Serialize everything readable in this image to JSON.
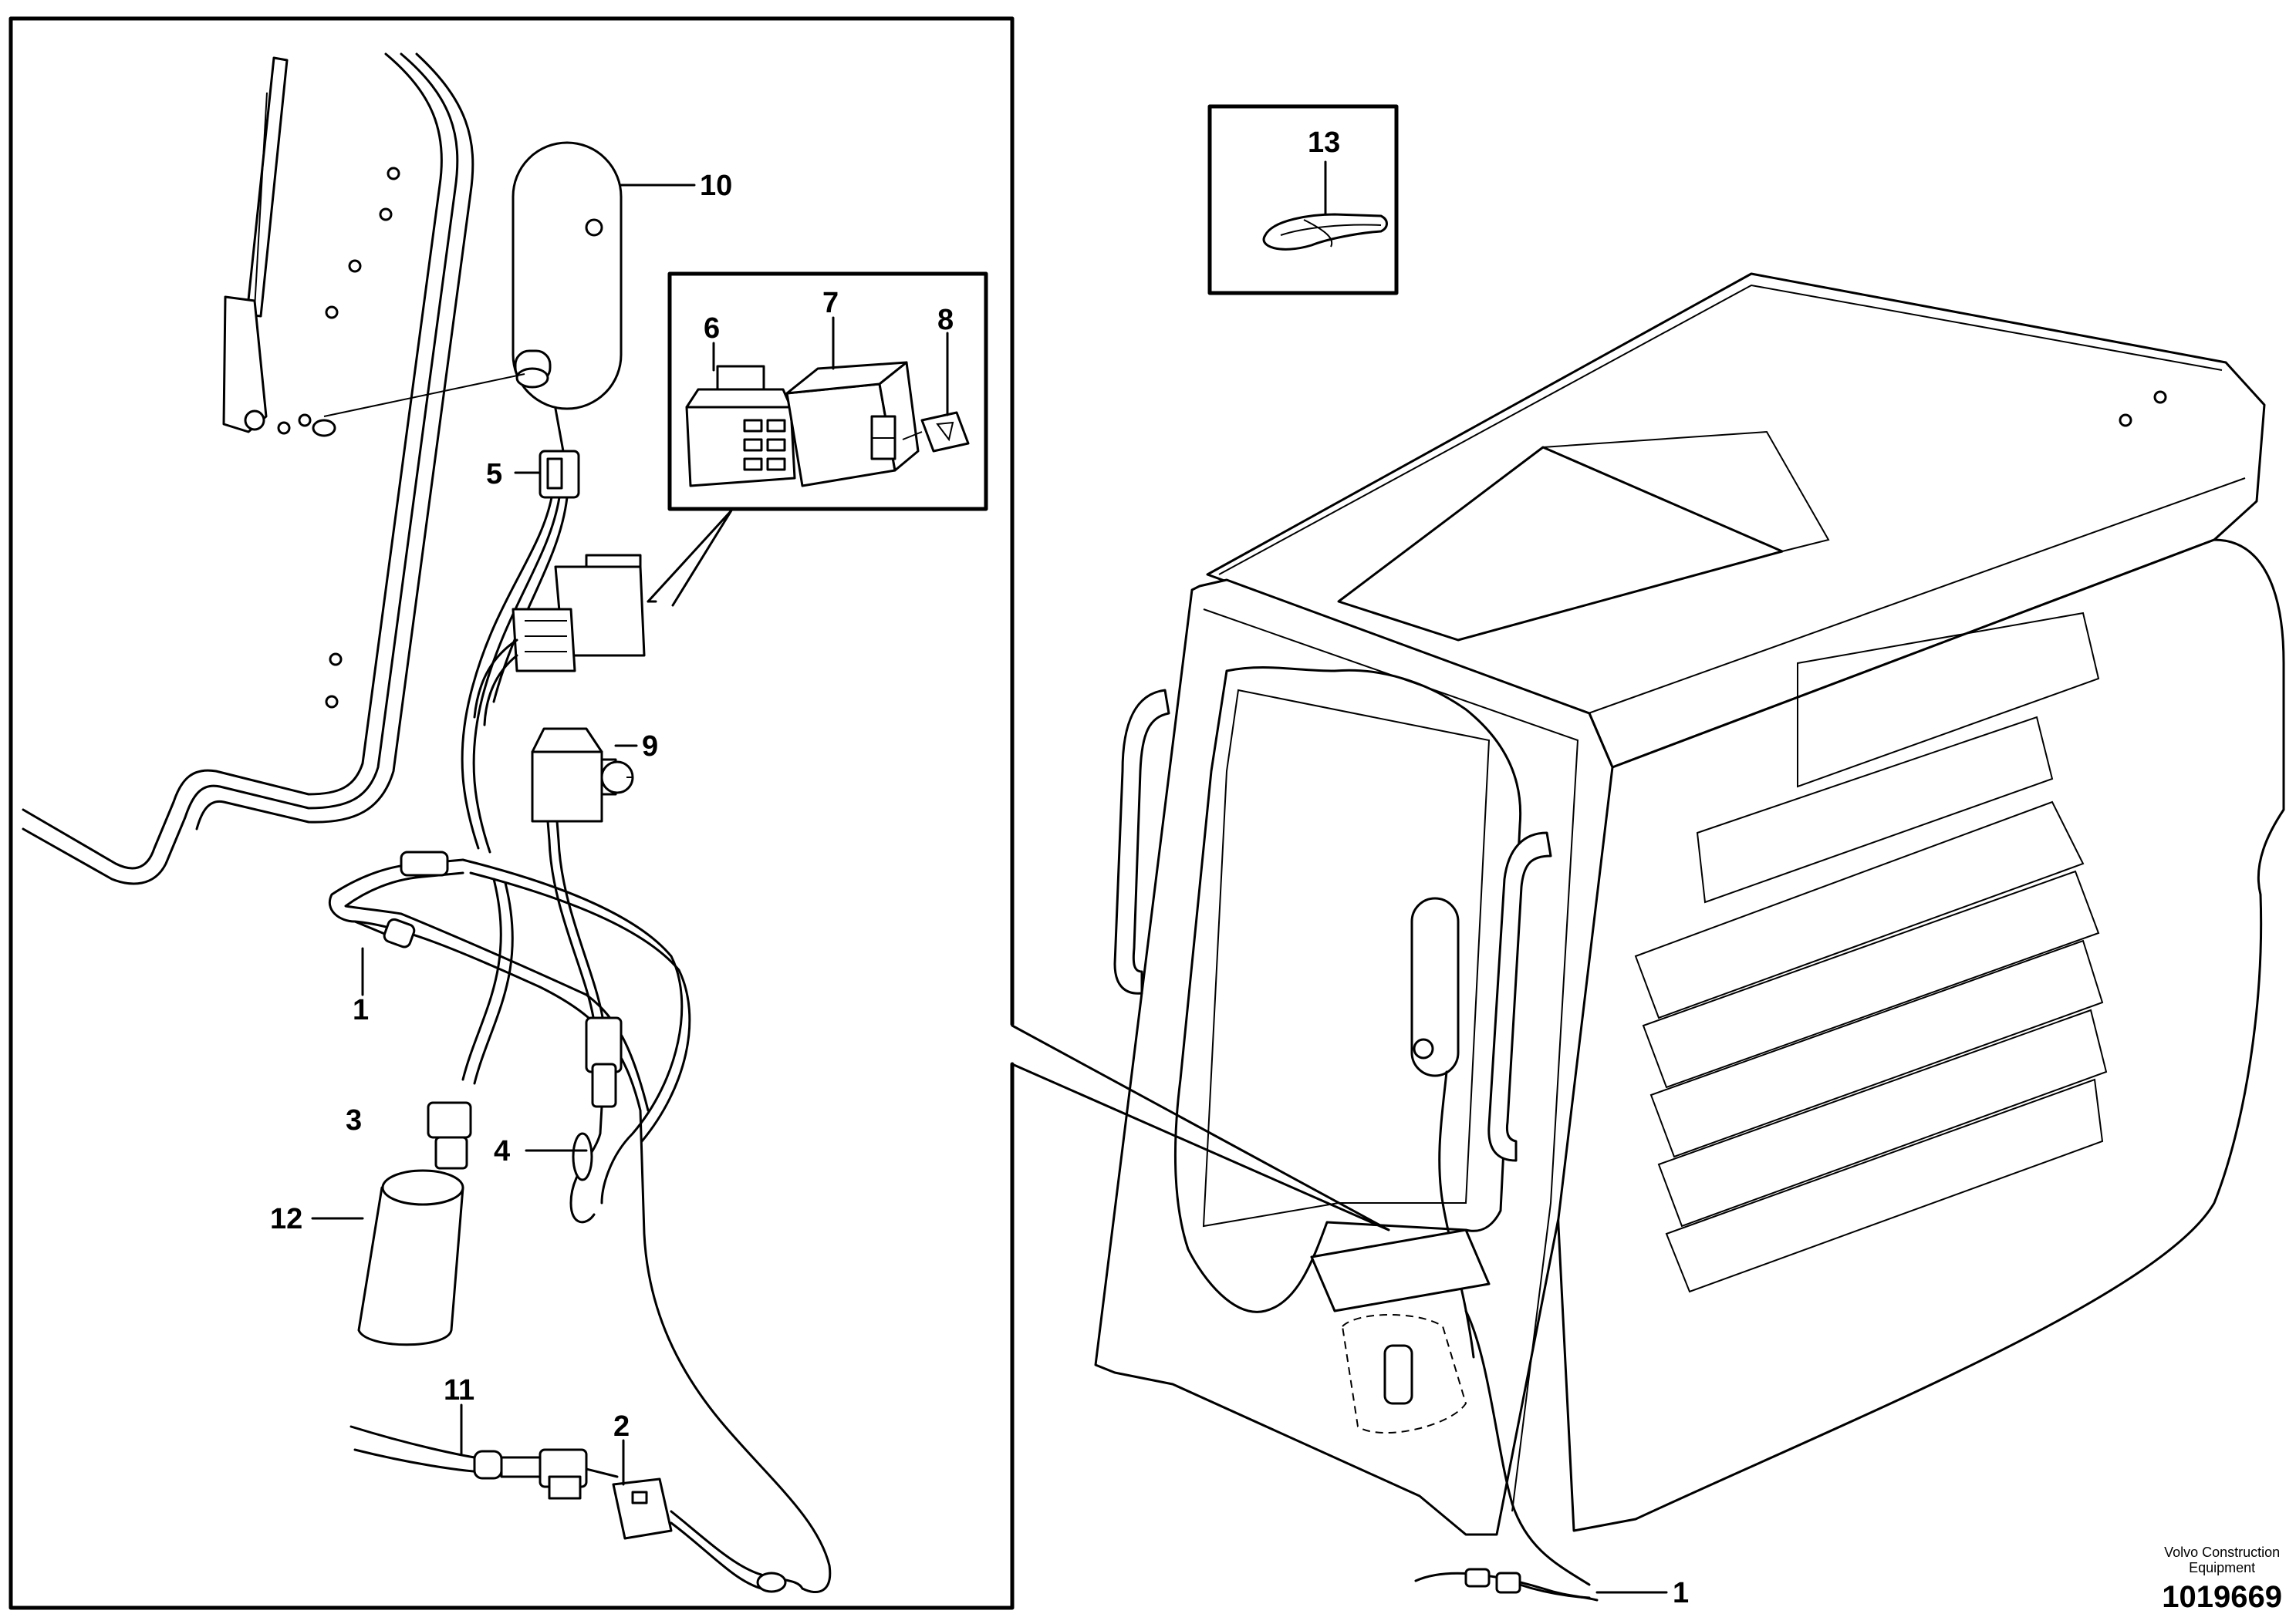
{
  "callouts": {
    "c1_left": "1",
    "c1_right": "1",
    "c2": "2",
    "c3": "3",
    "c4": "4",
    "c5": "5",
    "c6": "6",
    "c7": "7",
    "c8": "8",
    "c9": "9",
    "c10": "10",
    "c11": "11",
    "c12": "12",
    "c13": "13"
  },
  "footer": {
    "org_line1": "Volvo Construction",
    "org_line2": "Equipment",
    "drawing_number": "1019669"
  }
}
